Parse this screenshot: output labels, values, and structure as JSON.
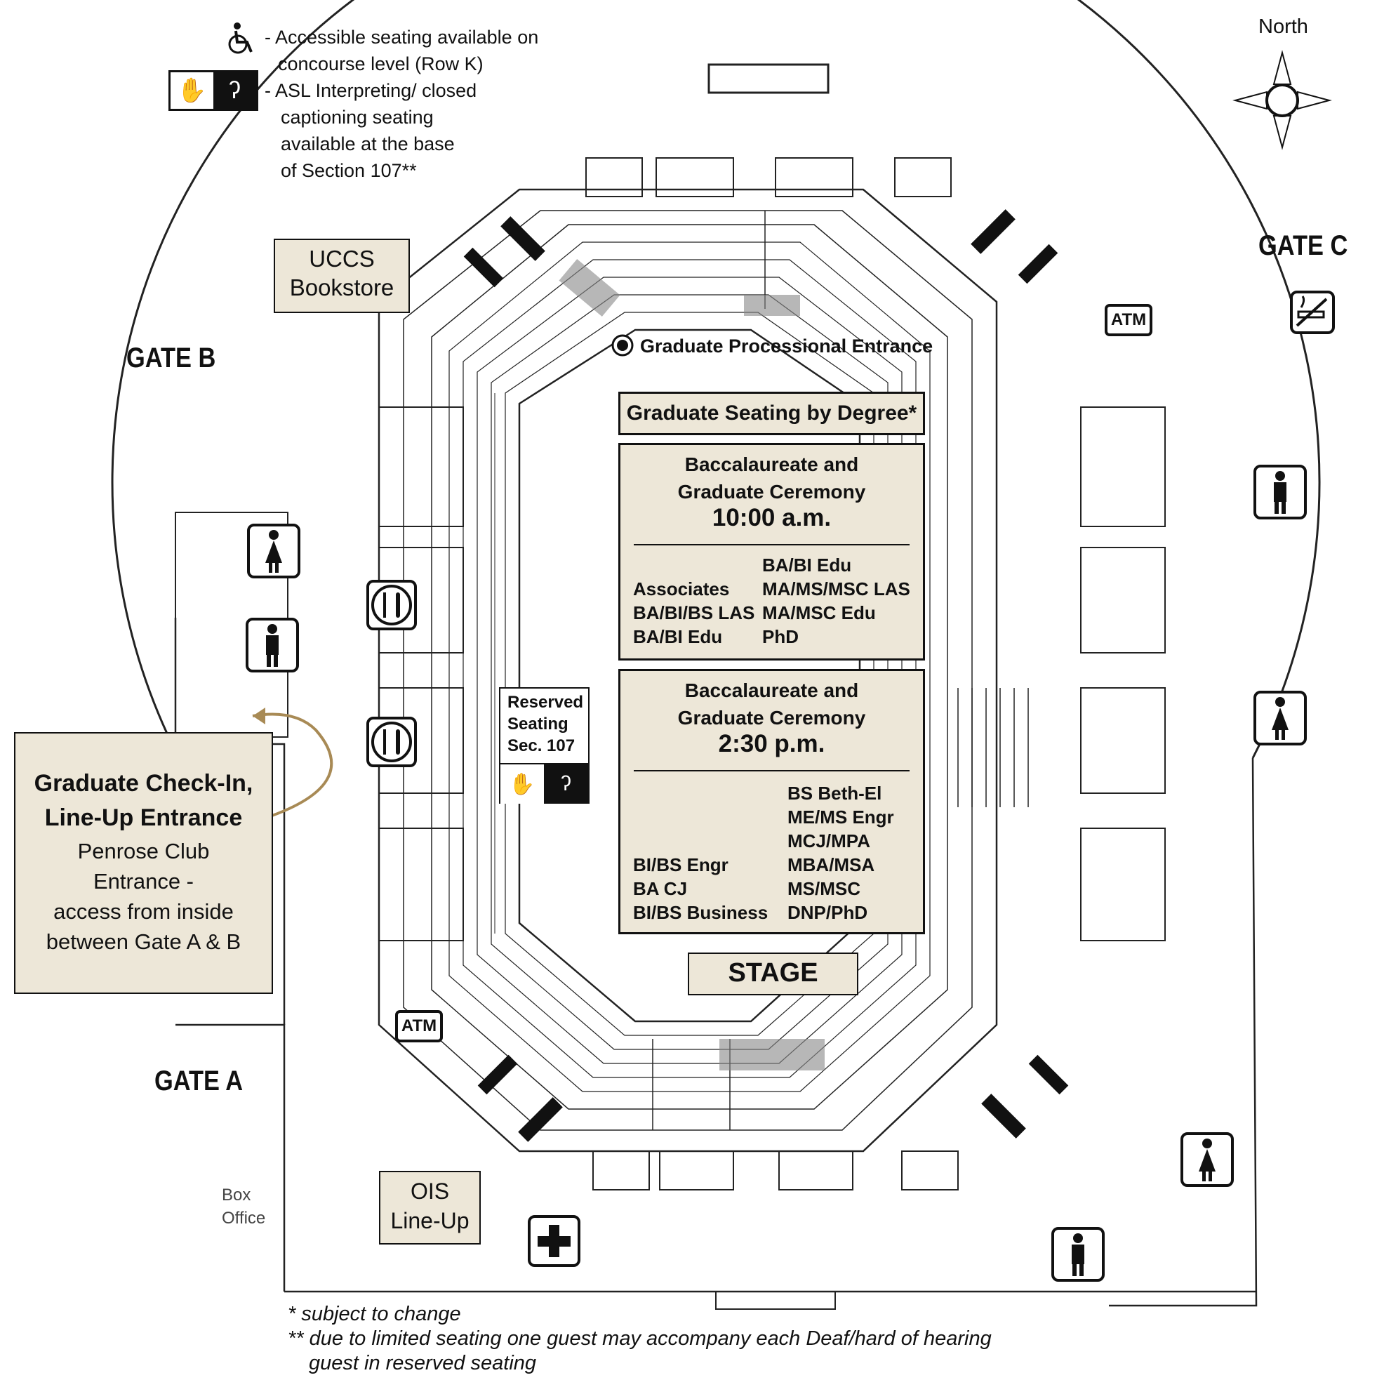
{
  "legend": {
    "accessible_line1": "- Accessible seating available on",
    "accessible_line2": "concourse level (Row K)",
    "asl_line1": "- ASL Interpreting/ closed",
    "asl_line2": "captioning seating",
    "asl_line3": "available at the base",
    "asl_line4": "of Section 107**"
  },
  "compass": {
    "label": "North"
  },
  "gates": {
    "a": "GATE A",
    "b": "GATE B",
    "c": "GATE C"
  },
  "bookstore": {
    "line1": "UCCS",
    "line2": "Bookstore"
  },
  "processional": "Graduate Processional Entrance",
  "seating_title": "Graduate Seating by Degree*",
  "ceremony_morning": {
    "line1": "Baccalaureate and",
    "line2": "Graduate Ceremony",
    "time": "10:00 a.m.",
    "left": [
      "Associates",
      "BA/BI/BS LAS",
      "BA/BI Edu"
    ],
    "right": [
      "BA/BI Edu",
      "MA/MS/MSC LAS",
      "MA/MSC Edu",
      "PhD"
    ]
  },
  "ceremony_afternoon": {
    "line1": "Baccalaureate and",
    "line2": "Graduate Ceremony",
    "time": "2:30 p.m.",
    "left": [
      "BI/BS Engr",
      "BA CJ",
      "BI/BS Business"
    ],
    "right": [
      "BS Beth-El",
      "ME/MS Engr",
      "MCJ/MPA",
      "MBA/MSA",
      "MS/MSC",
      "DNP/PhD"
    ]
  },
  "stage": "STAGE",
  "reserved": {
    "line1": "Reserved",
    "line2": "Seating",
    "line3": "Sec. 107"
  },
  "checkin": {
    "line1": "Graduate Check-In,",
    "line2": "Line-Up Entrance",
    "line3": "Penrose Club",
    "line4": "Entrance -",
    "line5": "access from inside",
    "line6": "between Gate A & B"
  },
  "ois": {
    "line1": "OIS",
    "line2": "Line-Up"
  },
  "box_office": {
    "line1": "Box",
    "line2": "Office"
  },
  "atm_label": "ATM",
  "footnotes": {
    "note1": "* subject to change",
    "note2": "** due to limited seating one guest may accompany each Deaf/hard of hearing",
    "note3": "guest in reserved seating"
  },
  "colors": {
    "box_fill": "#ede7d8",
    "arrow": "#a88a55",
    "ink": "#111111"
  },
  "icons": [
    "wheelchair-icon",
    "sign-language-icon",
    "hearing-assist-icon",
    "compass-icon",
    "no-smoking-icon",
    "women-restroom-icon",
    "men-restroom-icon",
    "food-icon",
    "first-aid-icon",
    "atm-icon"
  ]
}
